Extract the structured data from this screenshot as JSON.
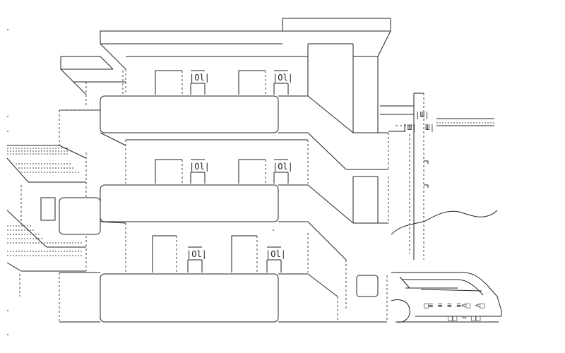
{
  "scene": {
    "window_glyph": "|Ol|",
    "pole_top_glyph": "|Ш|",
    "pole_mid_glyph": "[Ш|",
    "pole_mid_glyph_right": "Ш|",
    "car_plate_glyph": "□≡ ≡ ≡ ≡<□ <□",
    "car_bumper_glyph": "□□ ─ □□"
  }
}
